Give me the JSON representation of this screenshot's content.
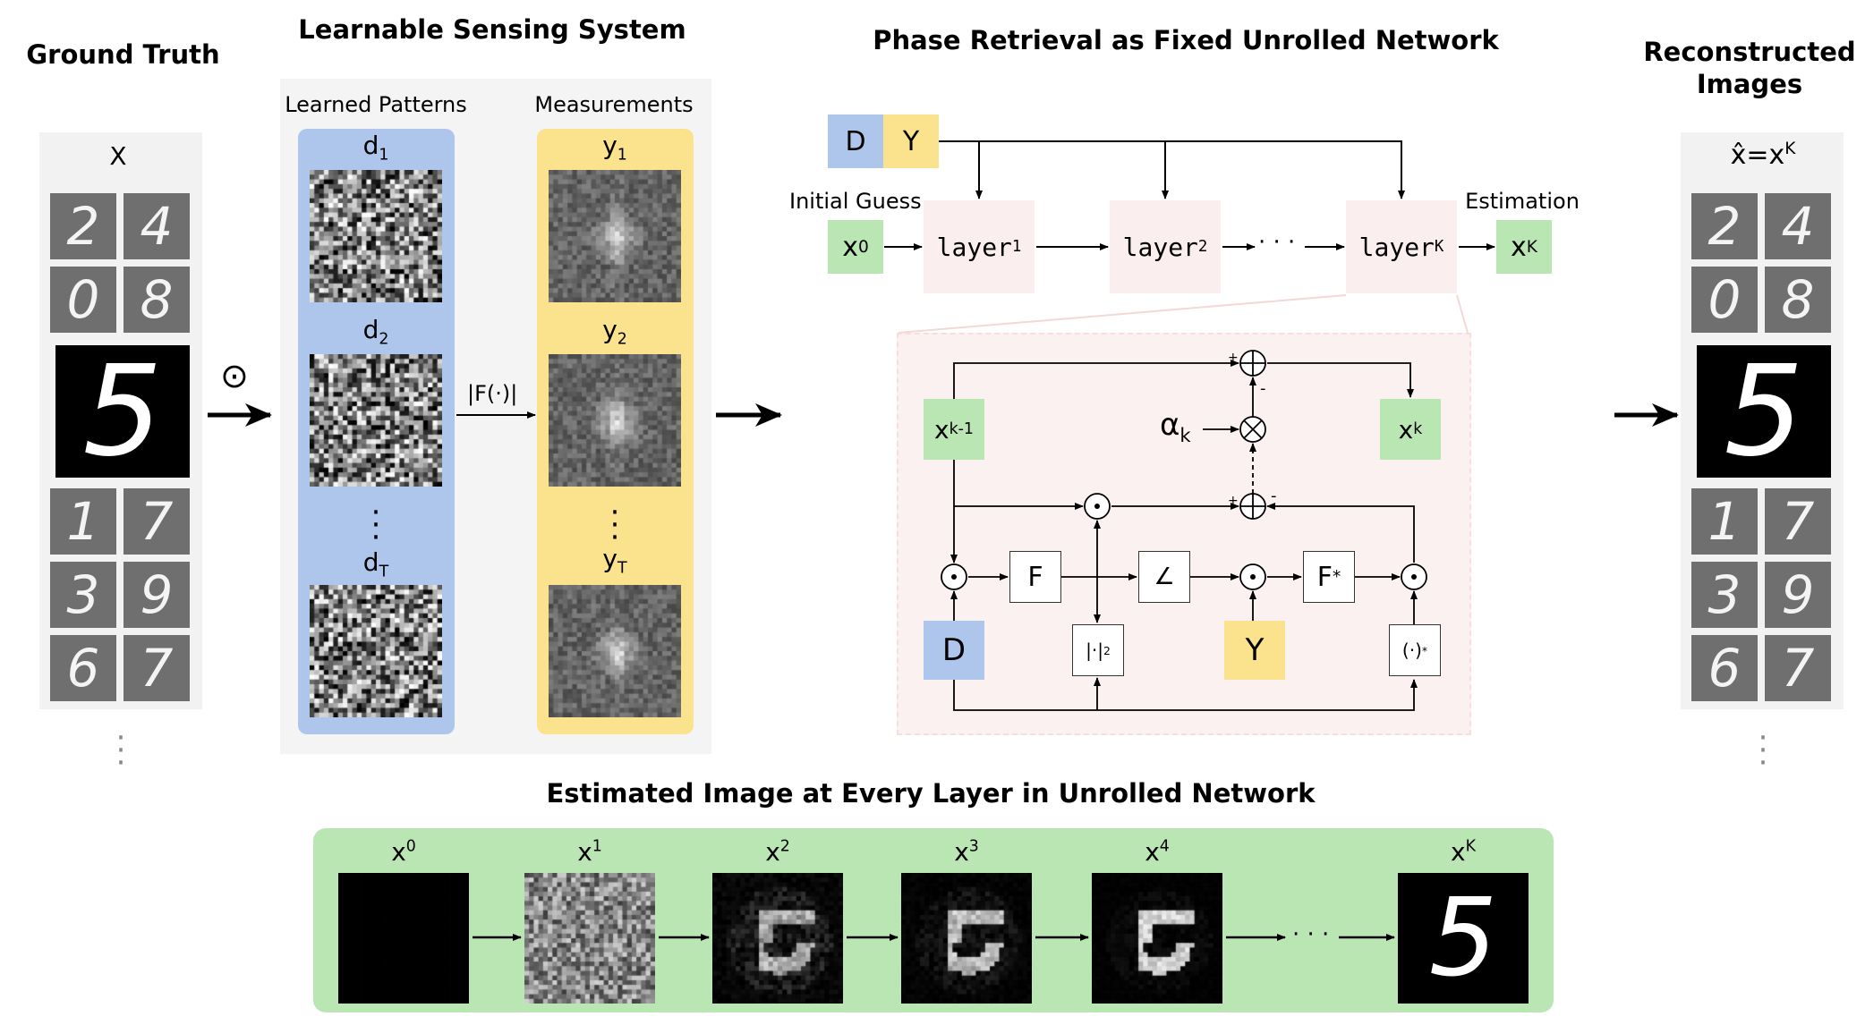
{
  "titles": {
    "ground_truth": "Ground Truth",
    "sensing": "Learnable Sensing System",
    "phase": "Phase Retrieval as Fixed Unrolled Network",
    "recon": "Reconstructed Images",
    "estimated": "Estimated Image at Every Layer in Unrolled Network"
  },
  "ground_truth": {
    "var": "X",
    "digits": [
      "2",
      "4",
      "0",
      "8",
      "5",
      "1",
      "7",
      "3",
      "9",
      "6",
      "7"
    ]
  },
  "sensing": {
    "patterns_label": "Learned Patterns",
    "measurements_label": "Measurements",
    "d": [
      "d",
      "1",
      "2",
      "T"
    ],
    "y": [
      "y",
      "1",
      "2",
      "T"
    ],
    "operator": "|F(·)|",
    "odot": "⊙"
  },
  "network": {
    "D": "D",
    "Y": "Y",
    "initial_guess": "Initial Guess",
    "estimation": "Estimation",
    "x0": "x",
    "x0_sup": "0",
    "xK": "x",
    "xK_sup": "K",
    "layer": "layer",
    "layers_sub": [
      "1",
      "2",
      "K"
    ],
    "dots": "· · ·"
  },
  "detail": {
    "xk_minus_1": "x",
    "xk_minus_1_sup": "k-1",
    "xk": "x",
    "xk_sup": "k",
    "alpha": "α",
    "alpha_sub": "k",
    "F": "F",
    "Fstar": "F",
    "Fstar_sup": "*",
    "angle": "∠",
    "abs_sq": "|·|",
    "abs_sq_sup": "2",
    "conj": "(·)",
    "conj_sup": "*",
    "D": "D",
    "Y": "Y"
  },
  "recon": {
    "var_hat": "x̂",
    "eq": "=",
    "var": "x",
    "var_sup": "K",
    "digits": [
      "2",
      "4",
      "0",
      "8",
      "5",
      "1",
      "7",
      "3",
      "9",
      "6",
      "7"
    ]
  },
  "estimated": {
    "labels": [
      {
        "base": "x",
        "sup": "0"
      },
      {
        "base": "x",
        "sup": "1"
      },
      {
        "base": "x",
        "sup": "2"
      },
      {
        "base": "x",
        "sup": "3"
      },
      {
        "base": "x",
        "sup": "4"
      },
      {
        "base": "x",
        "sup": "K"
      }
    ],
    "dots": "· · ·"
  },
  "colors": {
    "blue": "#aec6ec",
    "yellow": "#fbe28c",
    "green": "#b9e6b3",
    "pink": "#fbeeee",
    "light_pink": "#fcf1f1",
    "gray_panel": "#f2f2f2"
  }
}
